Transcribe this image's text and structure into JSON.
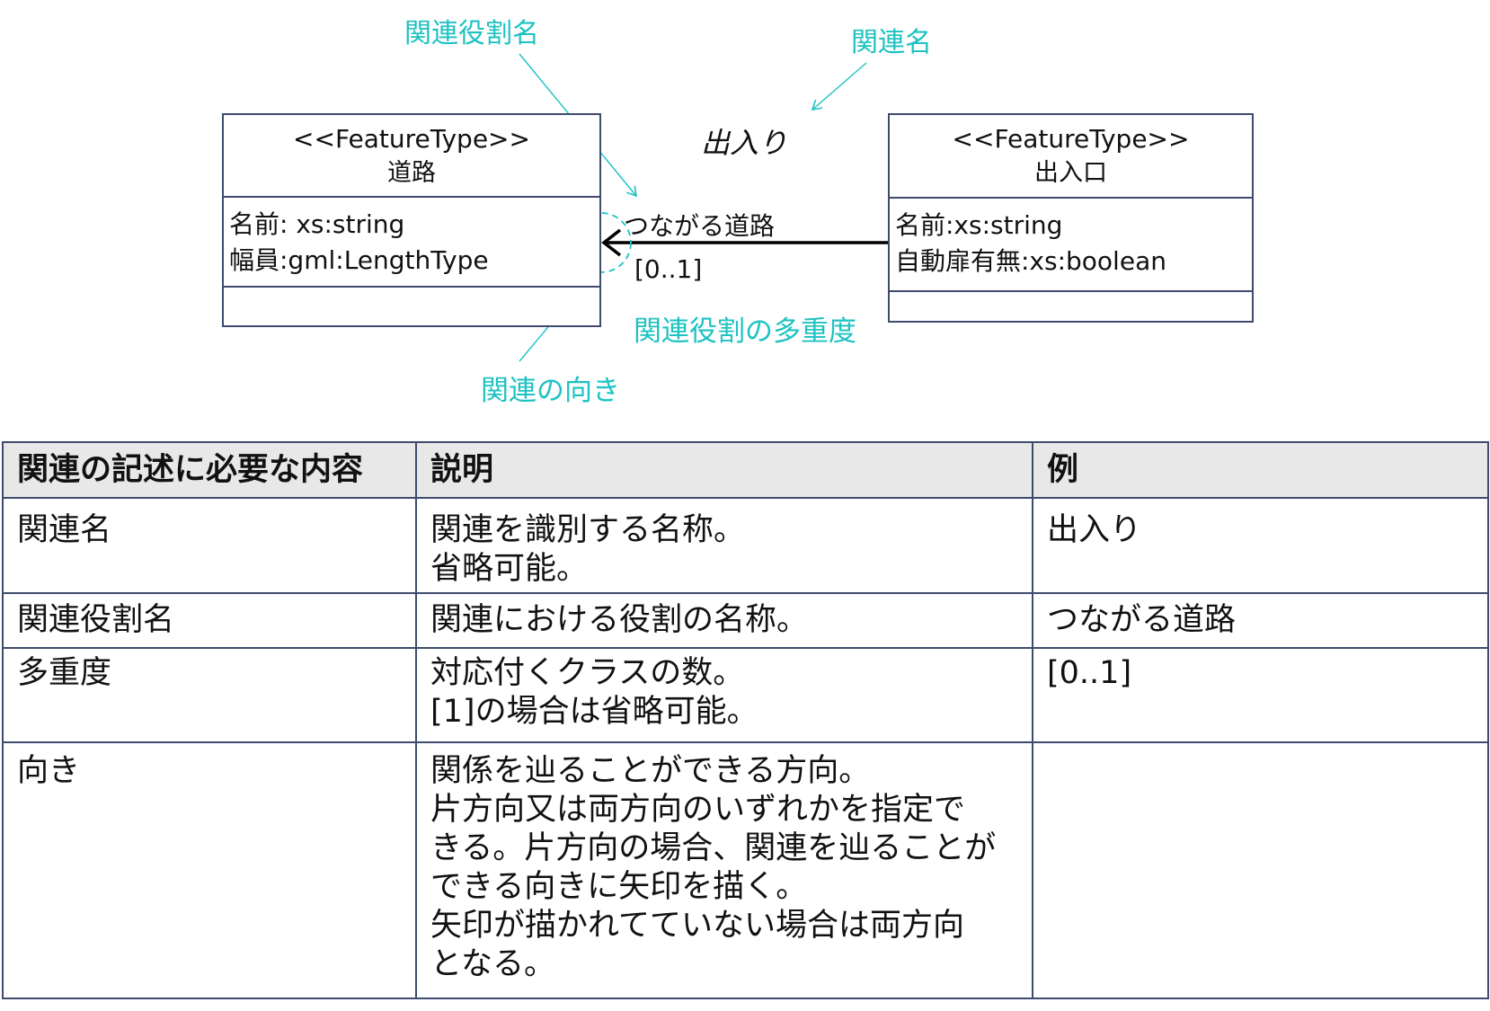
{
  "diagram": {
    "labels": {
      "role_name": "関連役割名",
      "association_name": "関連名",
      "multiplicity": "関連役割の多重度",
      "direction": "関連の向き"
    },
    "association": {
      "name": "出入り",
      "role": "つながる道路",
      "multiplicity": "[0..1]"
    },
    "classes": [
      {
        "stereotype": "<<FeatureType>>",
        "name": "道路",
        "attributes": [
          "名前: xs:string",
          "幅員:gml:LengthType"
        ]
      },
      {
        "stereotype": "<<FeatureType>>",
        "name": "出入口",
        "attributes": [
          "名前:xs:string",
          "自動扉有無:xs:boolean"
        ]
      }
    ],
    "colors": {
      "annotation": "#1ec2c2",
      "border": "#3f4b6e",
      "arrow": "#000000"
    }
  },
  "table": {
    "headers": [
      "関連の記述に必要な内容",
      "説明",
      "例"
    ],
    "rows": [
      {
        "item": "関連名",
        "desc": [
          "関連を識別する名称。",
          "省略可能。"
        ],
        "example": "出入り"
      },
      {
        "item": "関連役割名",
        "desc": [
          "関連における役割の名称。"
        ],
        "example": "つながる道路"
      },
      {
        "item": "多重度",
        "desc": [
          "対応付くクラスの数。",
          "[1]の場合は省略可能。"
        ],
        "example": "[0..1]"
      },
      {
        "item": "向き",
        "desc": [
          "関係を辿ることができる方向。",
          "片方向又は両方向のいずれかを指定で",
          "きる。片方向の場合、関連を辿ることが",
          "できる向きに矢印を描く。",
          "矢印が描かれてていない場合は両方向",
          "となる。"
        ],
        "example": ""
      }
    ],
    "header_bg": "#e8e8e8"
  }
}
